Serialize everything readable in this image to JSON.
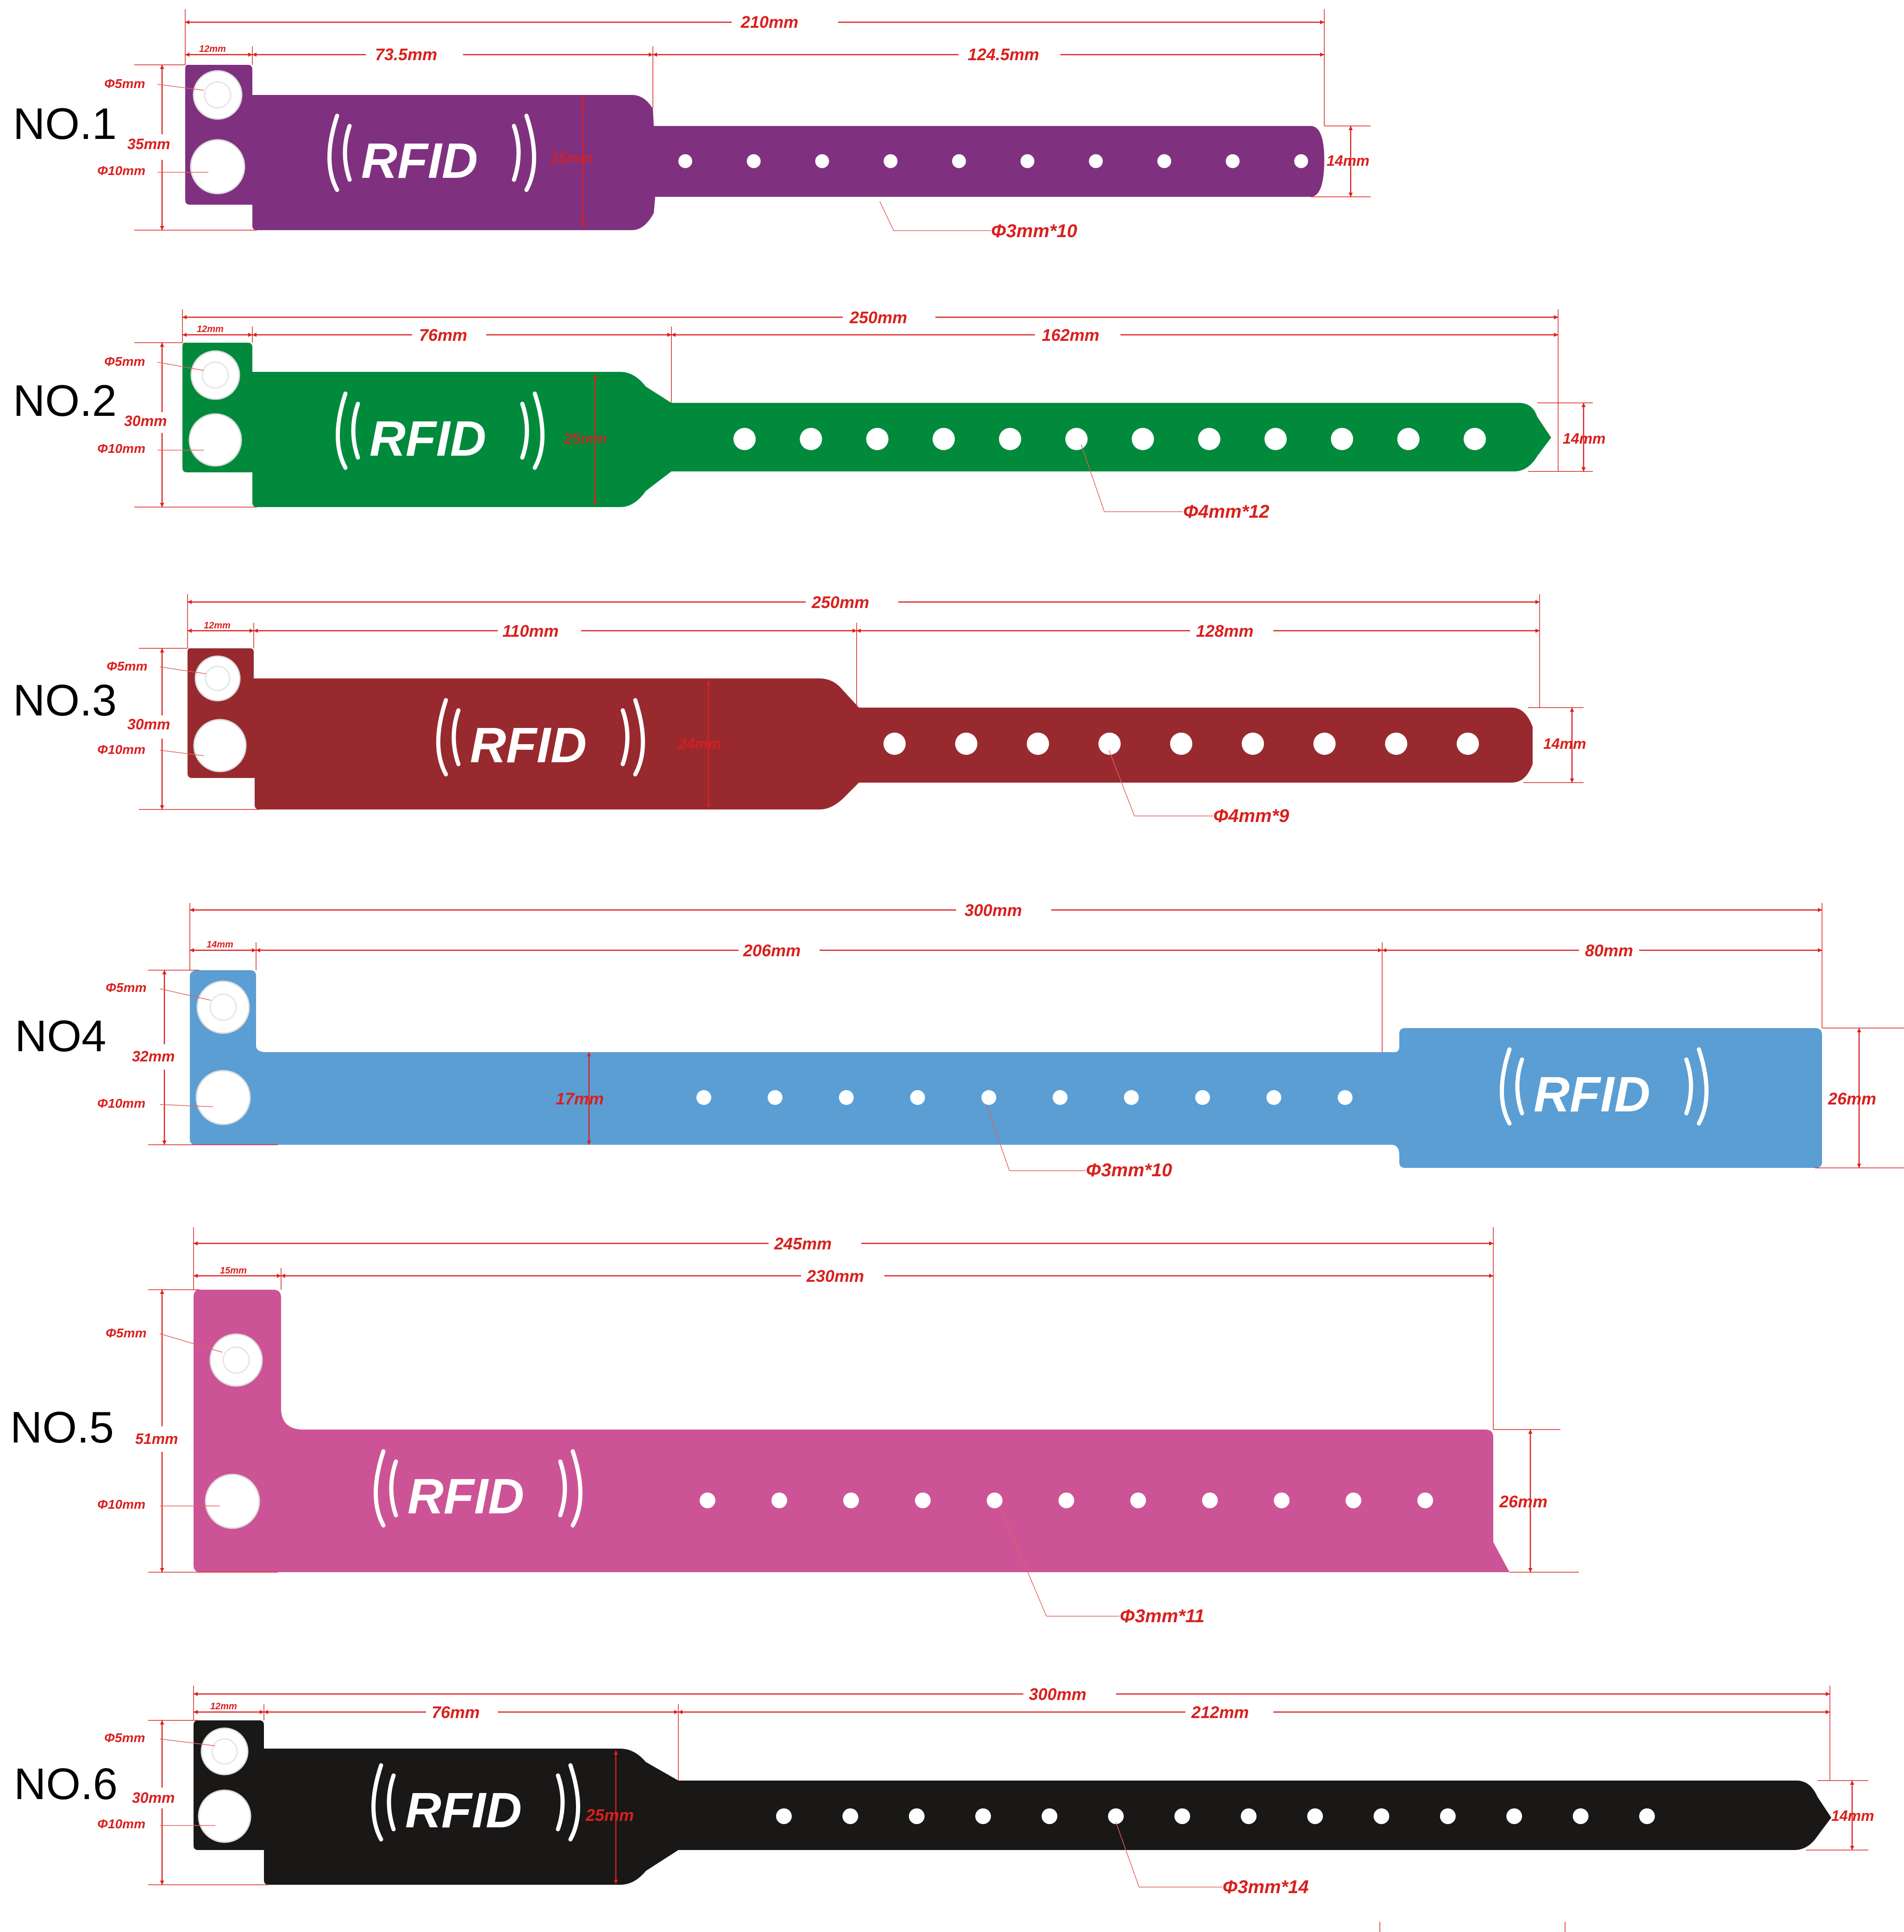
{
  "bands": [
    {
      "label": "NO.1",
      "color": "#7f3180",
      "rfid": "RFID",
      "total": "210mm",
      "tab": "12mm",
      "part1": "73.5mm",
      "part2": "124.5mm",
      "phi5": "Φ5mm",
      "phi10": "Φ10mm",
      "height": "35mm",
      "face": "25mm",
      "strap": "14mm",
      "holes_note": "Φ3mm*10",
      "hole_count": 10
    },
    {
      "label": "NO.2",
      "color": "#018a3c",
      "rfid": "RFID",
      "total": "250mm",
      "tab": "12mm",
      "part1": "76mm",
      "part2": "162mm",
      "phi5": "Φ5mm",
      "phi10": "Φ10mm",
      "height": "30mm",
      "face": "25mm",
      "strap": "14mm",
      "holes_note": "Φ4mm*12",
      "hole_count": 12
    },
    {
      "label": "NO.3",
      "color": "#982a2f",
      "rfid": "RFID",
      "total": "250mm",
      "tab": "12mm",
      "part1": "110mm",
      "part2": "128mm",
      "phi5": "Φ5mm",
      "phi10": "Φ10mm",
      "height": "30mm",
      "face": "24mm",
      "strap": "14mm",
      "holes_note": "Φ4mm*9",
      "hole_count": 9
    },
    {
      "label": "NO4",
      "color": "#5b9ed4",
      "rfid": "RFID",
      "total": "300mm",
      "tab": "14mm",
      "part1": "206mm",
      "part2": "80mm",
      "phi5": "Φ5mm",
      "phi10": "Φ10mm",
      "height": "32mm",
      "face": "17mm",
      "strap": "26mm",
      "holes_note": "Φ3mm*10",
      "hole_count": 10
    },
    {
      "label": "NO.5",
      "color": "#cc5496",
      "rfid": "RFID",
      "total": "245mm",
      "tab": "15mm",
      "part1": "230mm",
      "phi5": "Φ5mm",
      "phi10": "Φ10mm",
      "height": "51mm",
      "strap": "26mm",
      "holes_note": "Φ3mm*11",
      "hole_count": 11
    },
    {
      "label": "NO.6",
      "color": "#1a1717",
      "rfid": "RFID",
      "total": "300mm",
      "tab": "12mm",
      "part1": "76mm",
      "part2": "212mm",
      "phi5": "Φ5mm",
      "phi10": "Φ10mm",
      "height": "30mm",
      "face": "25mm",
      "strap": "14mm",
      "holes_note": "Φ3mm*14",
      "hole_count": 14
    }
  ]
}
